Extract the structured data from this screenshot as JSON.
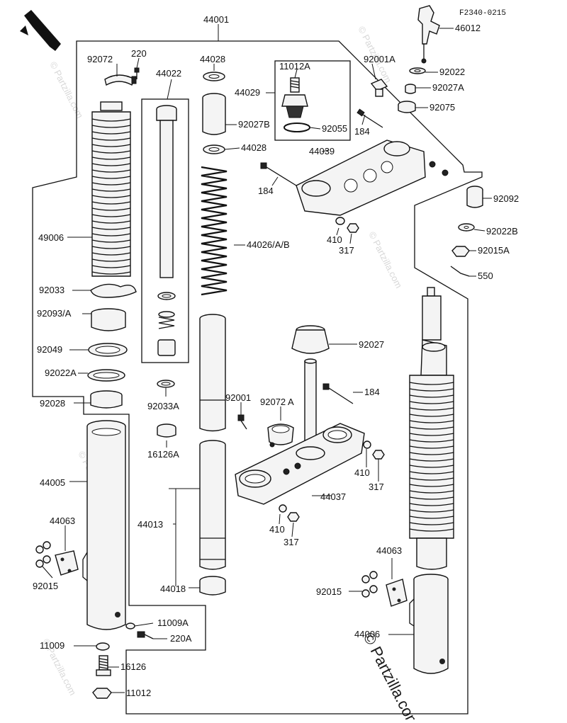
{
  "diagram": {
    "code": "F2340-0215",
    "front_label": "FRONT",
    "watermark": "© Partzilla.com",
    "watermark_corner": "© Partzilla.com",
    "colors": {
      "ink": "#111111",
      "paper": "#ffffff",
      "watermark": "#d8d8d8"
    },
    "labels": {
      "p44001": "44001",
      "p92072": "92072",
      "p220": "220",
      "p44028a": "44028",
      "p44022": "44022",
      "p92027b": "92027B",
      "p44028b": "44028",
      "p44029": "44029",
      "p11012a": "11012A",
      "p92055": "92055",
      "p92001a": "92001A",
      "p92022": "92022",
      "p92027a": "92027A",
      "p92075": "92075",
      "p184a": "184",
      "p44039": "44039",
      "p184b": "184",
      "p46012": "46012",
      "p92092": "92092",
      "p92022b": "92022B",
      "p92015a": "92015A",
      "p550": "550",
      "p410a": "410",
      "p317a": "317",
      "p49006": "49006",
      "p44026": "44026/A/B",
      "p92033": "92033",
      "p92093": "92093/A",
      "p92049": "92049",
      "p92022a": "92022A",
      "p92028": "92028",
      "p92033a": "92033A",
      "p16126a": "16126A",
      "p92001": "92001",
      "p92072a": "92072 A",
      "p92027": "92027",
      "p184c": "184",
      "p44005": "44005",
      "p44063a": "44063",
      "p92015b": "92015",
      "p44013": "44013",
      "p44018": "44018",
      "p410b": "410",
      "p317b": "317",
      "p44037": "44037",
      "p410c": "410",
      "p317c": "317",
      "p44063b": "44063",
      "p92015c": "92015",
      "p44006": "44006",
      "p11009a": "11009A",
      "p220a": "220A",
      "p11009": "11009",
      "p16126": "16126",
      "p11012": "11012"
    }
  }
}
